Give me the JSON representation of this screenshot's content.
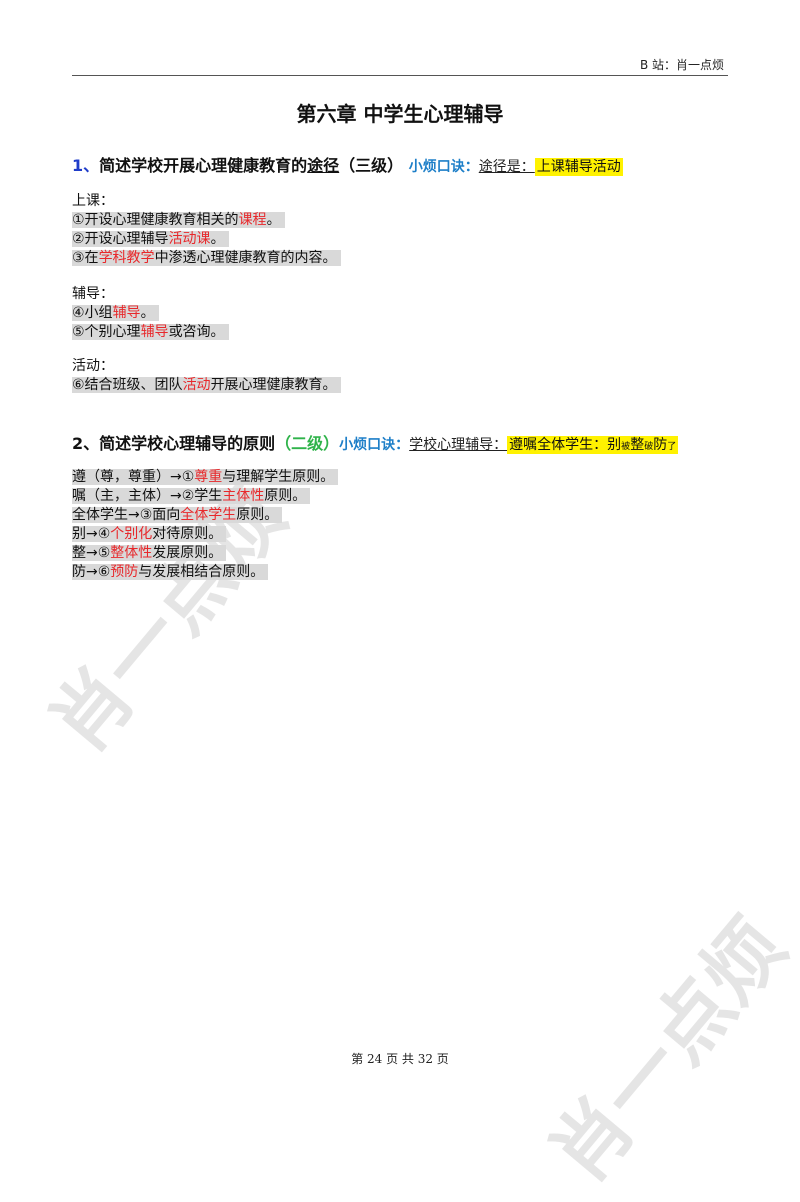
{
  "header": {
    "text": "B 站：肖一点烦"
  },
  "title": "第六章  中学生心理辅导",
  "section1": {
    "num": "1、",
    "title_a": "简述学校开展心理健康教育的",
    "title_u": "途径",
    "level": "（三级）",
    "mnemonic_label": "小烦口诀：",
    "mnemonic_key": "途径是：",
    "mnemonic_value": "上课辅导活动",
    "groups": [
      {
        "label": "上课：",
        "lines": [
          {
            "pre": "①开设心理健康教育相关的",
            "red": "课程",
            "post": "。"
          },
          {
            "pre": "②开设心理辅导",
            "red": "活动课",
            "post": "。"
          },
          {
            "pre": "③在",
            "red": "学科教学",
            "post": "中渗透心理健康教育的内容。"
          }
        ]
      },
      {
        "label": "辅导：",
        "lines": [
          {
            "pre": "④小组",
            "red": "辅导",
            "post": "。"
          },
          {
            "pre": "⑤个别心理",
            "red": "辅导",
            "post": "或咨询。"
          }
        ]
      },
      {
        "label": "活动：",
        "lines": [
          {
            "pre": "⑥结合班级、团队",
            "red": "活动",
            "post": "开展心理健康教育。"
          }
        ]
      }
    ]
  },
  "section2": {
    "num": "2、",
    "title": "简述学校心理辅导的原则",
    "level": "（二级）",
    "mnemonic_label": "小烦口诀：",
    "mnemonic_key": "学校心理辅导：",
    "mnemonic_value_a": "遵嘱全体学生：别",
    "mnemonic_small_1": "被",
    "mnemonic_value_b": "整",
    "mnemonic_small_2": "破",
    "mnemonic_value_c": "防",
    "mnemonic_small_3": "了",
    "lines": [
      {
        "pre": "遵（尊，尊重）→①",
        "red": "尊重",
        "post": "与理解学生原则。"
      },
      {
        "pre": "嘱（主，主体）→②学生",
        "red": "主体性",
        "post": "原则。"
      },
      {
        "pre": "全体学生→③面向",
        "red": "全体学生",
        "post": "原则。"
      },
      {
        "pre": "别→④",
        "red": "个别化",
        "post": "对待原则。"
      },
      {
        "pre": "整→⑤",
        "red": "整体性",
        "post": "发展原则。"
      },
      {
        "pre": "防→⑥",
        "red": "预防",
        "post": "与发展相结合原则。"
      }
    ]
  },
  "footer": {
    "text": "第 24 页 共 32 页"
  },
  "watermark": {
    "text": "肖一点烦"
  }
}
